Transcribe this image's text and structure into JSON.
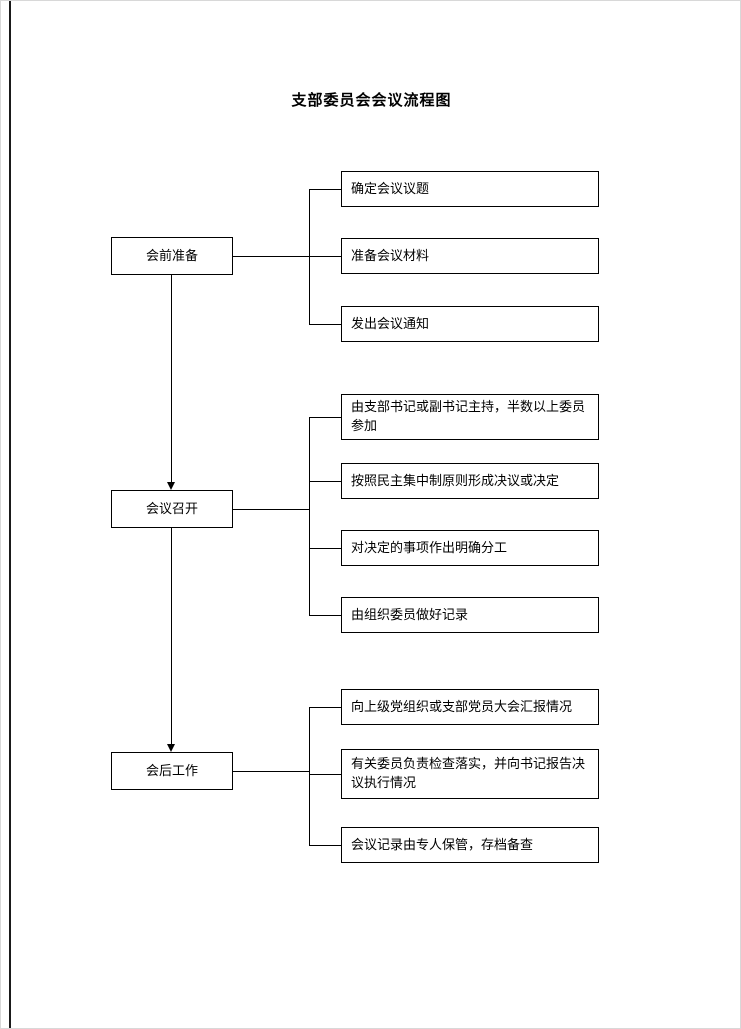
{
  "page": {
    "title": "支部委员会会议流程图"
  },
  "flowchart": {
    "stages": [
      {
        "label": "会前准备",
        "items": [
          {
            "text": "确定会议议题"
          },
          {
            "text": "准备会议材料"
          },
          {
            "text": "发出会议通知"
          }
        ]
      },
      {
        "label": "会议召开",
        "items": [
          {
            "text": "由支部书记或副书记主持，半数以上委员参加"
          },
          {
            "text": "按照民主集中制原则形成决议或决定"
          },
          {
            "text": "对决定的事项作出明确分工"
          },
          {
            "text": "由组织委员做好记录"
          }
        ]
      },
      {
        "label": "会后工作",
        "items": [
          {
            "text": "向上级党组织或支部党员大会汇报情况"
          },
          {
            "text": "有关委员负责检查落实，并向书记报告决议执行情况"
          },
          {
            "text": "会议记录由专人保管，存档备查"
          }
        ]
      }
    ]
  }
}
